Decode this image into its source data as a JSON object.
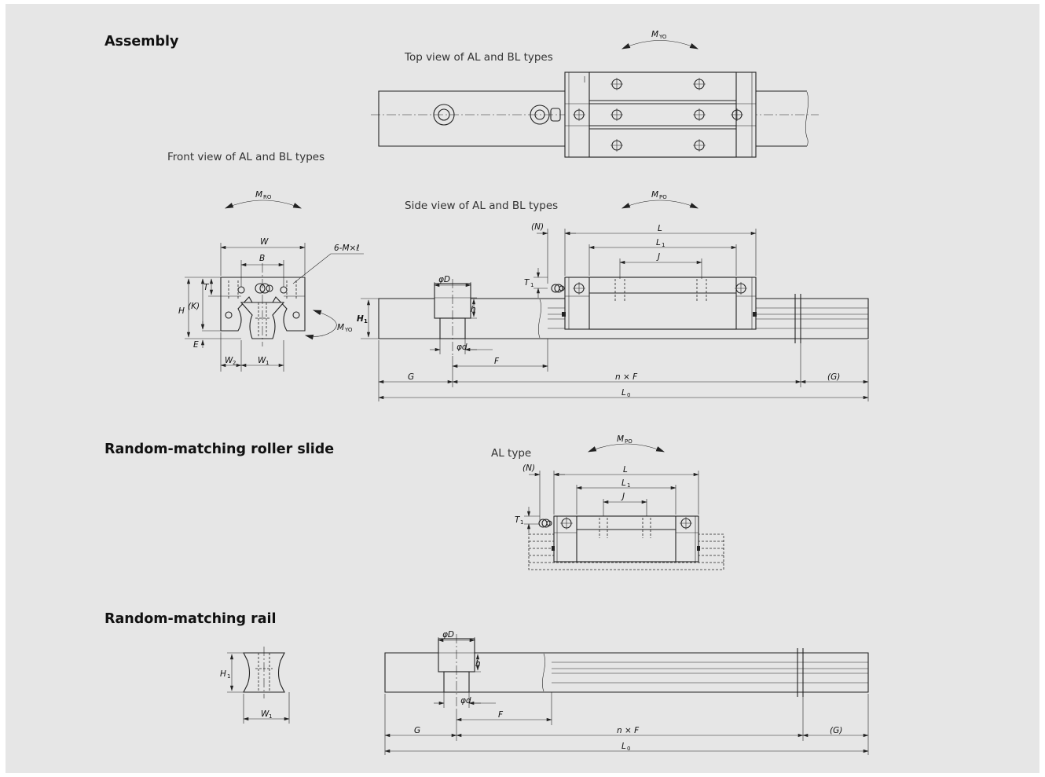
{
  "sections": {
    "assembly": "Assembly",
    "roller_slide": "Random-matching roller slide",
    "rail": "Random-matching rail"
  },
  "captions": {
    "top_view": "Top view of AL and BL types",
    "front_view": "Front view of AL and BL types",
    "side_view": "Side view of AL and BL types",
    "al_type": "AL type"
  },
  "dims": {
    "m_yo": "M",
    "m_yo_sub": "YO",
    "m_ro": "M",
    "m_ro_sub": "RO",
    "m_po": "M",
    "m_po_sub": "PO",
    "m_yo2": "M",
    "m_yo2_sub": "YO",
    "m_po2": "M",
    "m_po2_sub": "PO",
    "W": "W",
    "B": "B",
    "tap": "6-M×ℓ",
    "T": "T",
    "H": "H",
    "K": "(K)",
    "E": "E",
    "W2": "W",
    "W2_sub": "2",
    "W1": "W",
    "W1_sub": "1",
    "phiD": "φD",
    "h": "h",
    "H1": "H",
    "H1_sub": "1",
    "phid": "φd",
    "F": "F",
    "G": "G",
    "nF": "n × F",
    "Gp": "(G)",
    "L0": "L",
    "L0_sub": "0",
    "N": "(N)",
    "L": "L",
    "L1": "L",
    "L1_sub": "1",
    "J": "J",
    "T1": "T",
    "T1_sub": "1",
    "N2": "(N)",
    "L2": "L",
    "L12": "L",
    "L12_sub": "1",
    "J2": "J",
    "T12": "T",
    "T12_sub": "1",
    "phiD3": "φD",
    "h3": "h",
    "H13": "H",
    "H13_sub": "1",
    "phid3": "φd",
    "F3": "F",
    "G3": "G",
    "nF3": "n × F",
    "Gp3": "(G)",
    "L03": "L",
    "L03_sub": "0",
    "W13": "W",
    "W13_sub": "1"
  }
}
